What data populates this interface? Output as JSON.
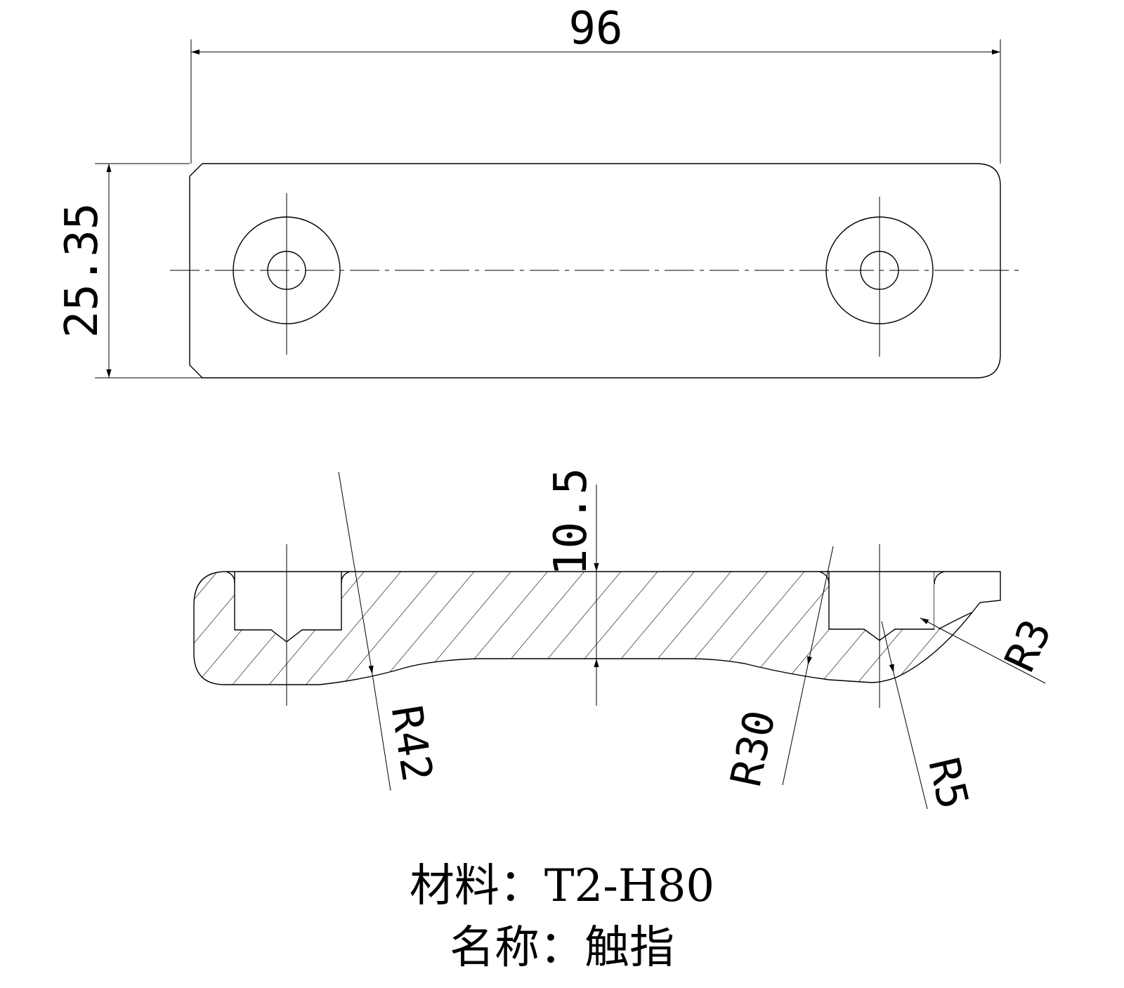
{
  "dimensions": {
    "length": "96",
    "width": "25.35",
    "thickness": "10.5",
    "radius_left": "R42",
    "radius_middle": "R30",
    "radius_small": "R5",
    "radius_tip": "R3"
  },
  "caption": {
    "material": "材料：T2-H80",
    "name": "名称：触指"
  },
  "colors": {
    "line": "#000000",
    "background": "#ffffff"
  }
}
